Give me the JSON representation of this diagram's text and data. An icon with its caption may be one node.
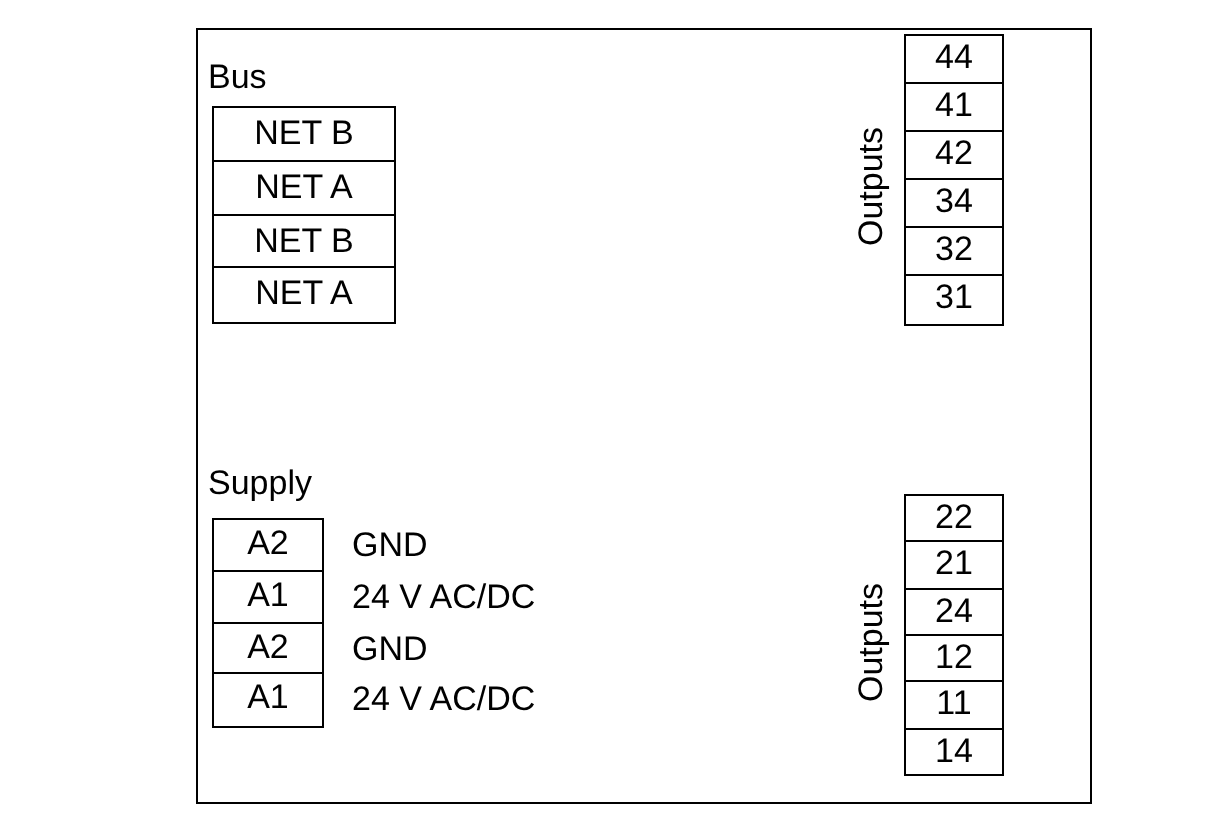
{
  "diagram": {
    "nodes": [
      {
        "text": [],
        "shape": "box"
      },
      {
        "text": [
          "Bus"
        ],
        "in": 0
      },
      {
        "text": [
          "NET B"
        ],
        "in": 1
      },
      {
        "text": [
          "NET A"
        ],
        "in": 1
      },
      {
        "text": [
          "NET B"
        ],
        "in": 1
      },
      {
        "text": [
          "NET A"
        ],
        "in": 1
      },
      {
        "text": [
          "Outputs"
        ],
        "in": 0
      },
      {
        "text": [
          "44"
        ],
        "in": 6
      },
      {
        "text": [
          "41"
        ],
        "in": 6
      },
      {
        "text": [
          "42"
        ],
        "in": 6
      },
      {
        "text": [
          "34"
        ],
        "in": 6
      },
      {
        "text": [
          "32"
        ],
        "in": 6
      },
      {
        "text": [
          "31"
        ],
        "in": 6
      },
      {
        "text": [
          "Supply"
        ],
        "in": 0
      },
      {
        "text": [
          "A2"
        ],
        "in": 13,
        "beside": [
          "GND"
        ]
      },
      {
        "text": [
          "A1"
        ],
        "in": 13,
        "beside": [
          "24 V AC/DC"
        ]
      },
      {
        "text": [
          "A2"
        ],
        "in": 13,
        "beside": [
          "GND"
        ]
      },
      {
        "text": [
          "A1"
        ],
        "in": 13,
        "beside": [
          "24 V AC/DC"
        ]
      },
      {
        "text": [
          "Outputs"
        ],
        "in": 0
      },
      {
        "text": [
          "22"
        ],
        "in": 18
      },
      {
        "text": [
          "21"
        ],
        "in": 18
      },
      {
        "text": [
          "24"
        ],
        "in": 18
      },
      {
        "text": [
          "12"
        ],
        "in": 18
      },
      {
        "text": [
          "11"
        ],
        "in": 18
      },
      {
        "text": [
          "14"
        ],
        "in": 18
      }
    ]
  }
}
